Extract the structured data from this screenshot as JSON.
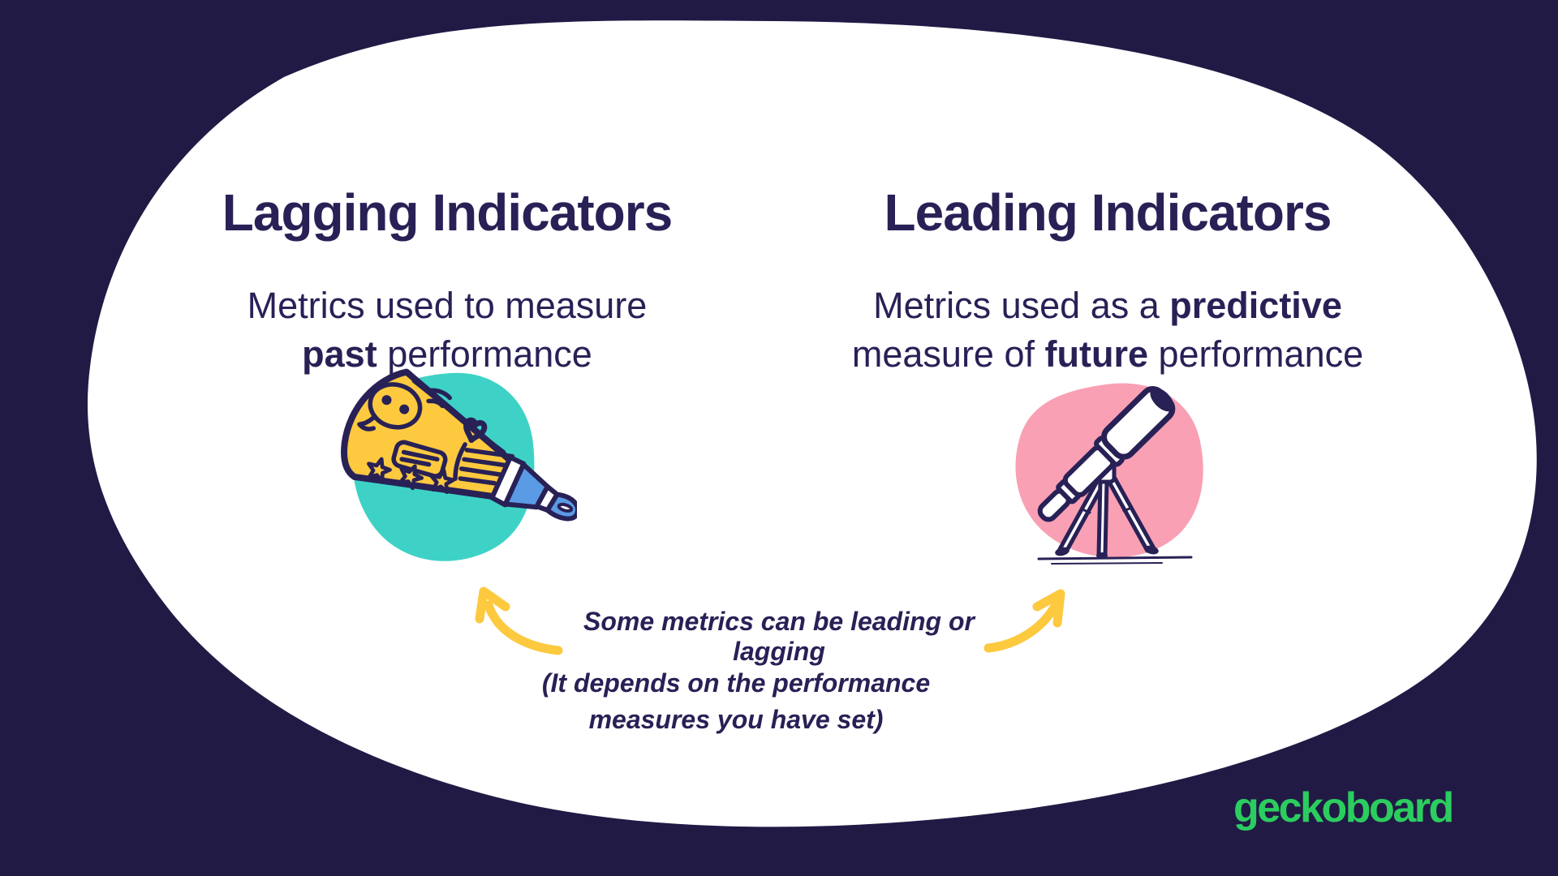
{
  "colors": {
    "background": "#211A45",
    "panel": "#FFFFFF",
    "ink": "#282156",
    "teal": "#3ED2C6",
    "pink": "#F9A0B4",
    "yellow": "#FCC93F",
    "blue": "#5B9BE6",
    "green": "#2BCD5F"
  },
  "left_column": {
    "title": "Lagging Indicators",
    "description": {
      "line1": "Metrics used to measure",
      "line2_bold": "past",
      "line2_rest": " performance"
    },
    "icon": "megaphone-icon"
  },
  "right_column": {
    "title": "Leading Indicators",
    "description": {
      "line1_pre": "Metrics used as a ",
      "line1_bold": "predictive",
      "line2_pre": "measure of ",
      "line2_bold": "future",
      "line2_rest": " performance"
    },
    "icon": "telescope-icon"
  },
  "center_note": {
    "line1": "Some metrics can be leading or lagging",
    "line2": "(It depends on the performance",
    "line3": "measures you have set)"
  },
  "footer": {
    "logo_text": "geckoboard"
  }
}
